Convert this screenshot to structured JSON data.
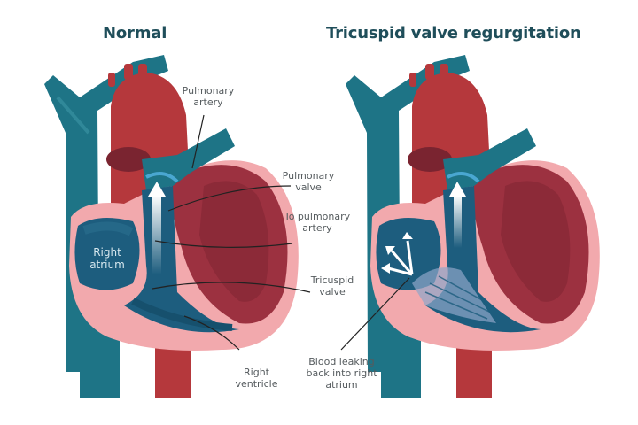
{
  "titles": {
    "normal": "Normal",
    "regurgitation": "Tricuspid valve regurgitation"
  },
  "labels": {
    "pulmonary_artery": "Pulmonary artery",
    "pulmonary_valve": "Pulmonary valve",
    "to_pulmonary_artery": "To pulmonary artery",
    "tricuspid_valve": "Tricuspid valve",
    "right_atrium": "Right atrium",
    "right_ventricle": "Right ventricle",
    "blood_leaking": "Blood leaking back into right atrium"
  },
  "colors": {
    "title": "#1f4e5a",
    "vein_teal": "#1e7486",
    "deoxy_blue": "#1d5d7e",
    "artery_red": "#b5383c",
    "heart_wall": "#f2a9ad",
    "myocardium": "#9c3140",
    "label_text": "#555b5e"
  }
}
